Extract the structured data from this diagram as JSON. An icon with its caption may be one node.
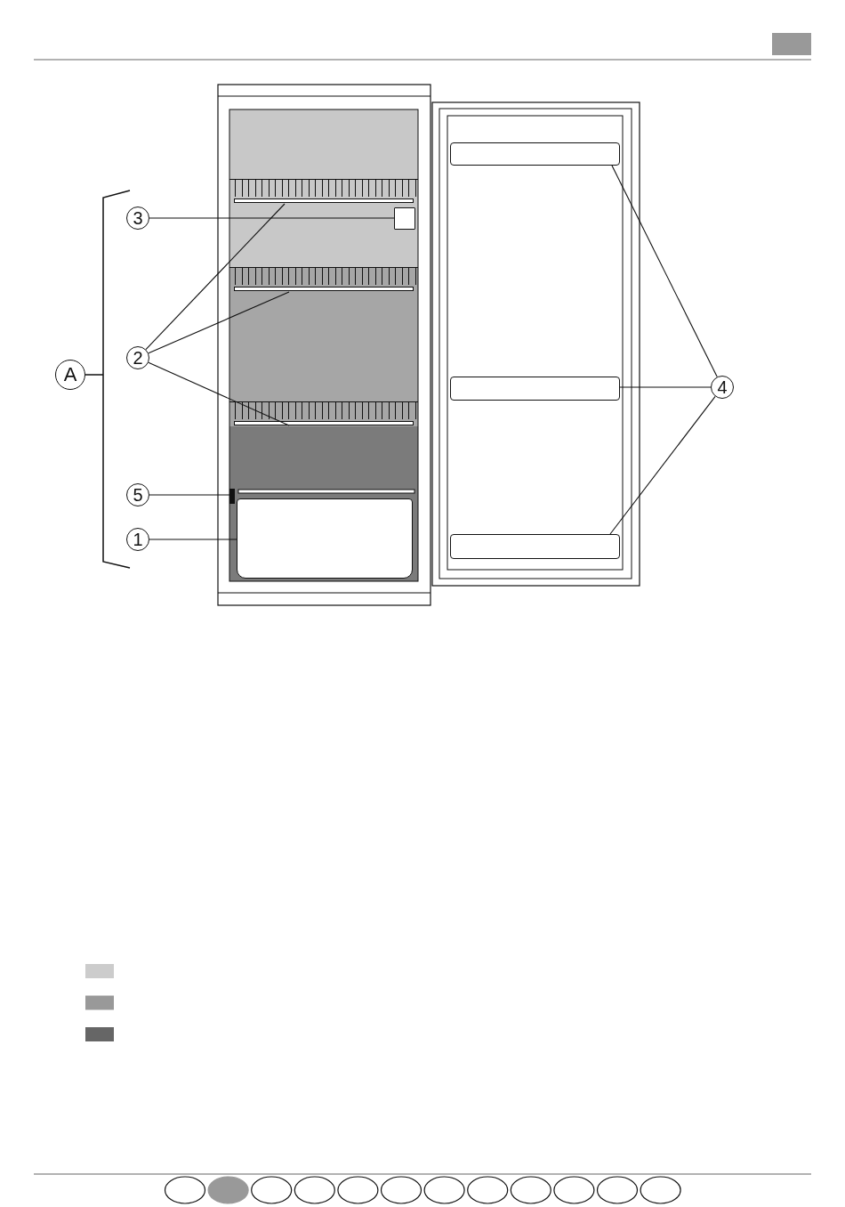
{
  "diagram": {
    "nodes": [
      {
        "text": [
          "3"
        ]
      },
      {
        "text": [],
        "shape": "box"
      },
      {
        "text": [
          "2"
        ]
      },
      {
        "text": [],
        "shape": "bar"
      },
      {
        "text": [],
        "shape": "bar"
      },
      {
        "text": [],
        "shape": "bar"
      },
      {
        "text": [
          "5"
        ]
      },
      {
        "text": [],
        "shape": "bar"
      },
      {
        "text": [
          "1"
        ]
      },
      {
        "text": [],
        "shape": "box"
      },
      {
        "text": [
          "4"
        ]
      },
      {
        "text": [],
        "shape": "bar"
      },
      {
        "text": [],
        "shape": "bar"
      },
      {
        "text": [],
        "shape": "bar"
      }
    ],
    "edges": [
      {
        "from": 0,
        "to": 1,
        "arrow": "none"
      },
      {
        "from": 2,
        "to": 3,
        "arrow": "none"
      },
      {
        "from": 2,
        "to": 4,
        "arrow": "none"
      },
      {
        "from": 2,
        "to": 5,
        "arrow": "none"
      },
      {
        "from": 6,
        "to": 7,
        "arrow": "none"
      },
      {
        "from": 8,
        "to": 9,
        "arrow": "none"
      },
      {
        "from": 10,
        "to": 11,
        "arrow": "none"
      },
      {
        "from": 10,
        "to": 12,
        "arrow": "none"
      },
      {
        "from": 10,
        "to": 13,
        "arrow": "none"
      }
    ],
    "labels": [
      "A"
    ]
  }
}
